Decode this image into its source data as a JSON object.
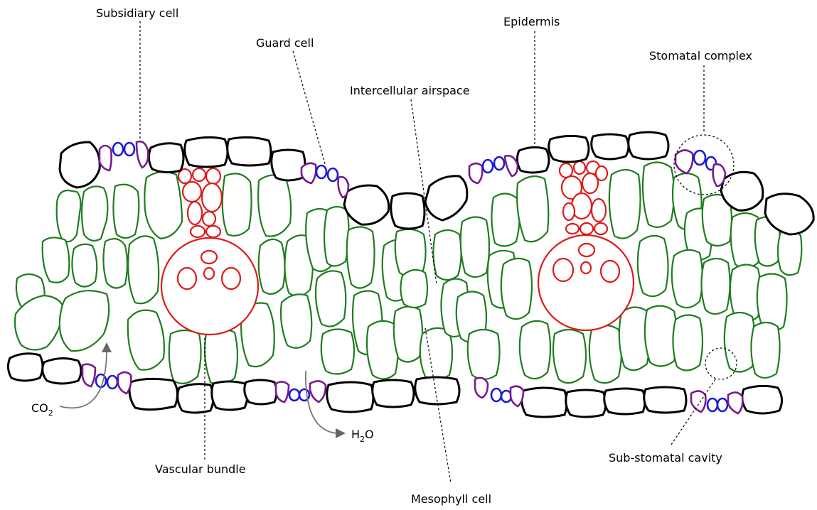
{
  "labels": {
    "subsidiary_cell": "Subsidiary cell",
    "guard_cell": "Guard cell",
    "epidermis": "Epidermis",
    "stomatal_complex": "Stomatal complex",
    "intercellular_airspace": "Intercellular airspace",
    "vascular_bundle": "Vascular bundle",
    "mesophyll_cell": "Mesophyll cell",
    "sub_stomatal_cavity": "Sub-stomatal cavity"
  },
  "gas_labels": {
    "co2_main": "CO",
    "co2_sub": "2",
    "h2o_h": "H",
    "h2o_sub": "2",
    "h2o_o": "O"
  },
  "colors": {
    "epidermis": "#000000",
    "mesophyll": "#1e7d1e",
    "vascular": "#e01a1a",
    "guard": "#1a1ad6",
    "subsidiary": "#7a1a8f",
    "arrow": "#777777"
  }
}
